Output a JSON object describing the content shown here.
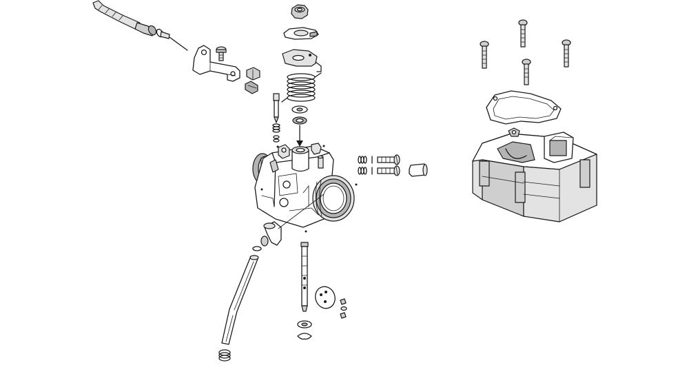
{
  "diagram": {
    "kind": "exploded-parts-view",
    "style": {
      "stroke": "#1a1a1a",
      "fill_light": "#e3e3e3",
      "fill_mid": "#cfcfcf",
      "fill_dark": "#b4b4b4",
      "background": "#ffffff"
    },
    "parts": [
      "throttle-cable",
      "cable-bracket",
      "top-cap-nut",
      "throttle-lever-plate",
      "return-spring",
      "throttle-washer",
      "idle-screw",
      "carburetor-body",
      "adjusting-screws",
      "choke-plunger",
      "float-bowl",
      "bowl-screws",
      "float-bowl-gasket",
      "drain-fitting",
      "fuel-hose",
      "hose-clamp",
      "needle-jet",
      "float-plate",
      "float-bottom-washer",
      "circlip"
    ]
  }
}
